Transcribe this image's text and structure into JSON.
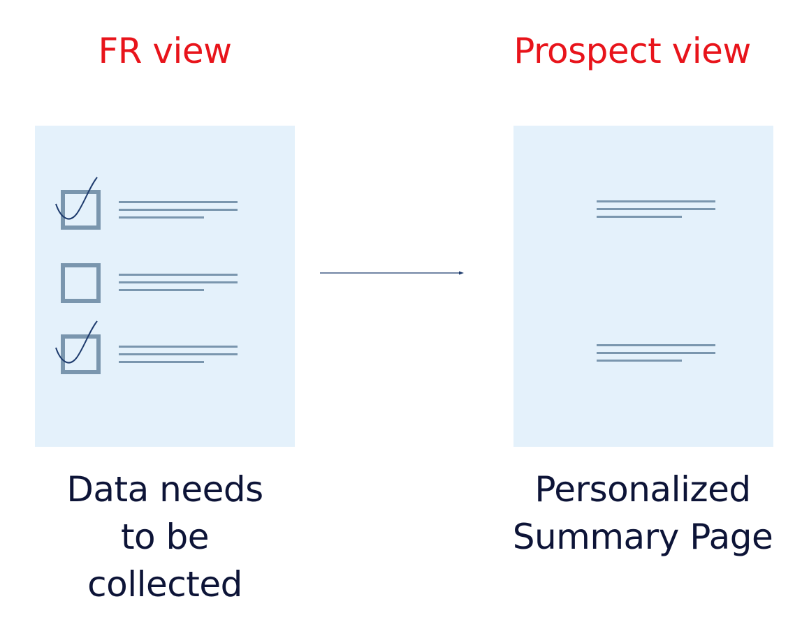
{
  "colors": {
    "heading": "#e8141b",
    "caption": "#0d1437",
    "panel": "#e4f1fb",
    "lines": "#7a96ae",
    "checkbox": "#7a96ae",
    "checkmark": "#1f3c6e",
    "arrow": "#1f3c6e"
  },
  "fr_view": {
    "heading": "FR view",
    "caption_lines": [
      "Data needs",
      "to be",
      "collected"
    ],
    "items": [
      {
        "checked": true
      },
      {
        "checked": false
      },
      {
        "checked": true
      }
    ]
  },
  "prospect_view": {
    "heading": "Prospect view",
    "caption_lines": [
      "Personalized",
      "Summary Page"
    ],
    "text_blocks": 2
  },
  "connector": {
    "icon": "arrow-right-icon"
  }
}
